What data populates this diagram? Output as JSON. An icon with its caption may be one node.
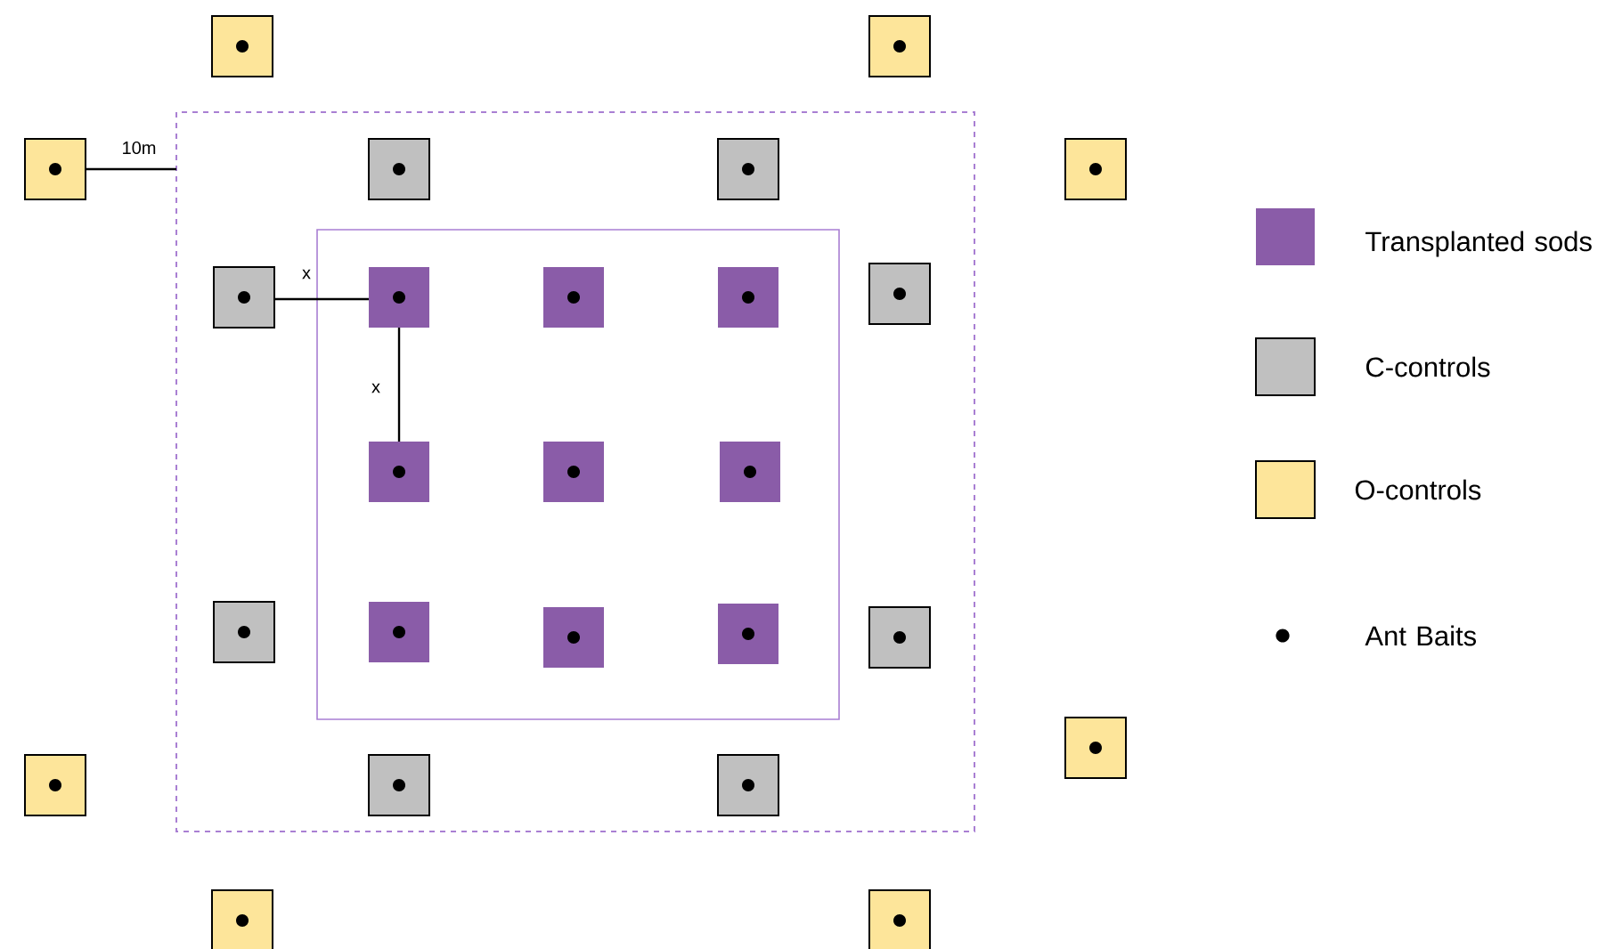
{
  "diagram": {
    "labels": [
      "10m",
      "x",
      "x"
    ],
    "legend": [
      {
        "text": "Transplanted sods",
        "color": "#8a5ca8"
      },
      {
        "text": "C-controls",
        "color": "#c0c0c0"
      },
      {
        "text": "O-controls",
        "color": "#fde59a"
      },
      {
        "text": "Ant Baits"
      }
    ]
  }
}
